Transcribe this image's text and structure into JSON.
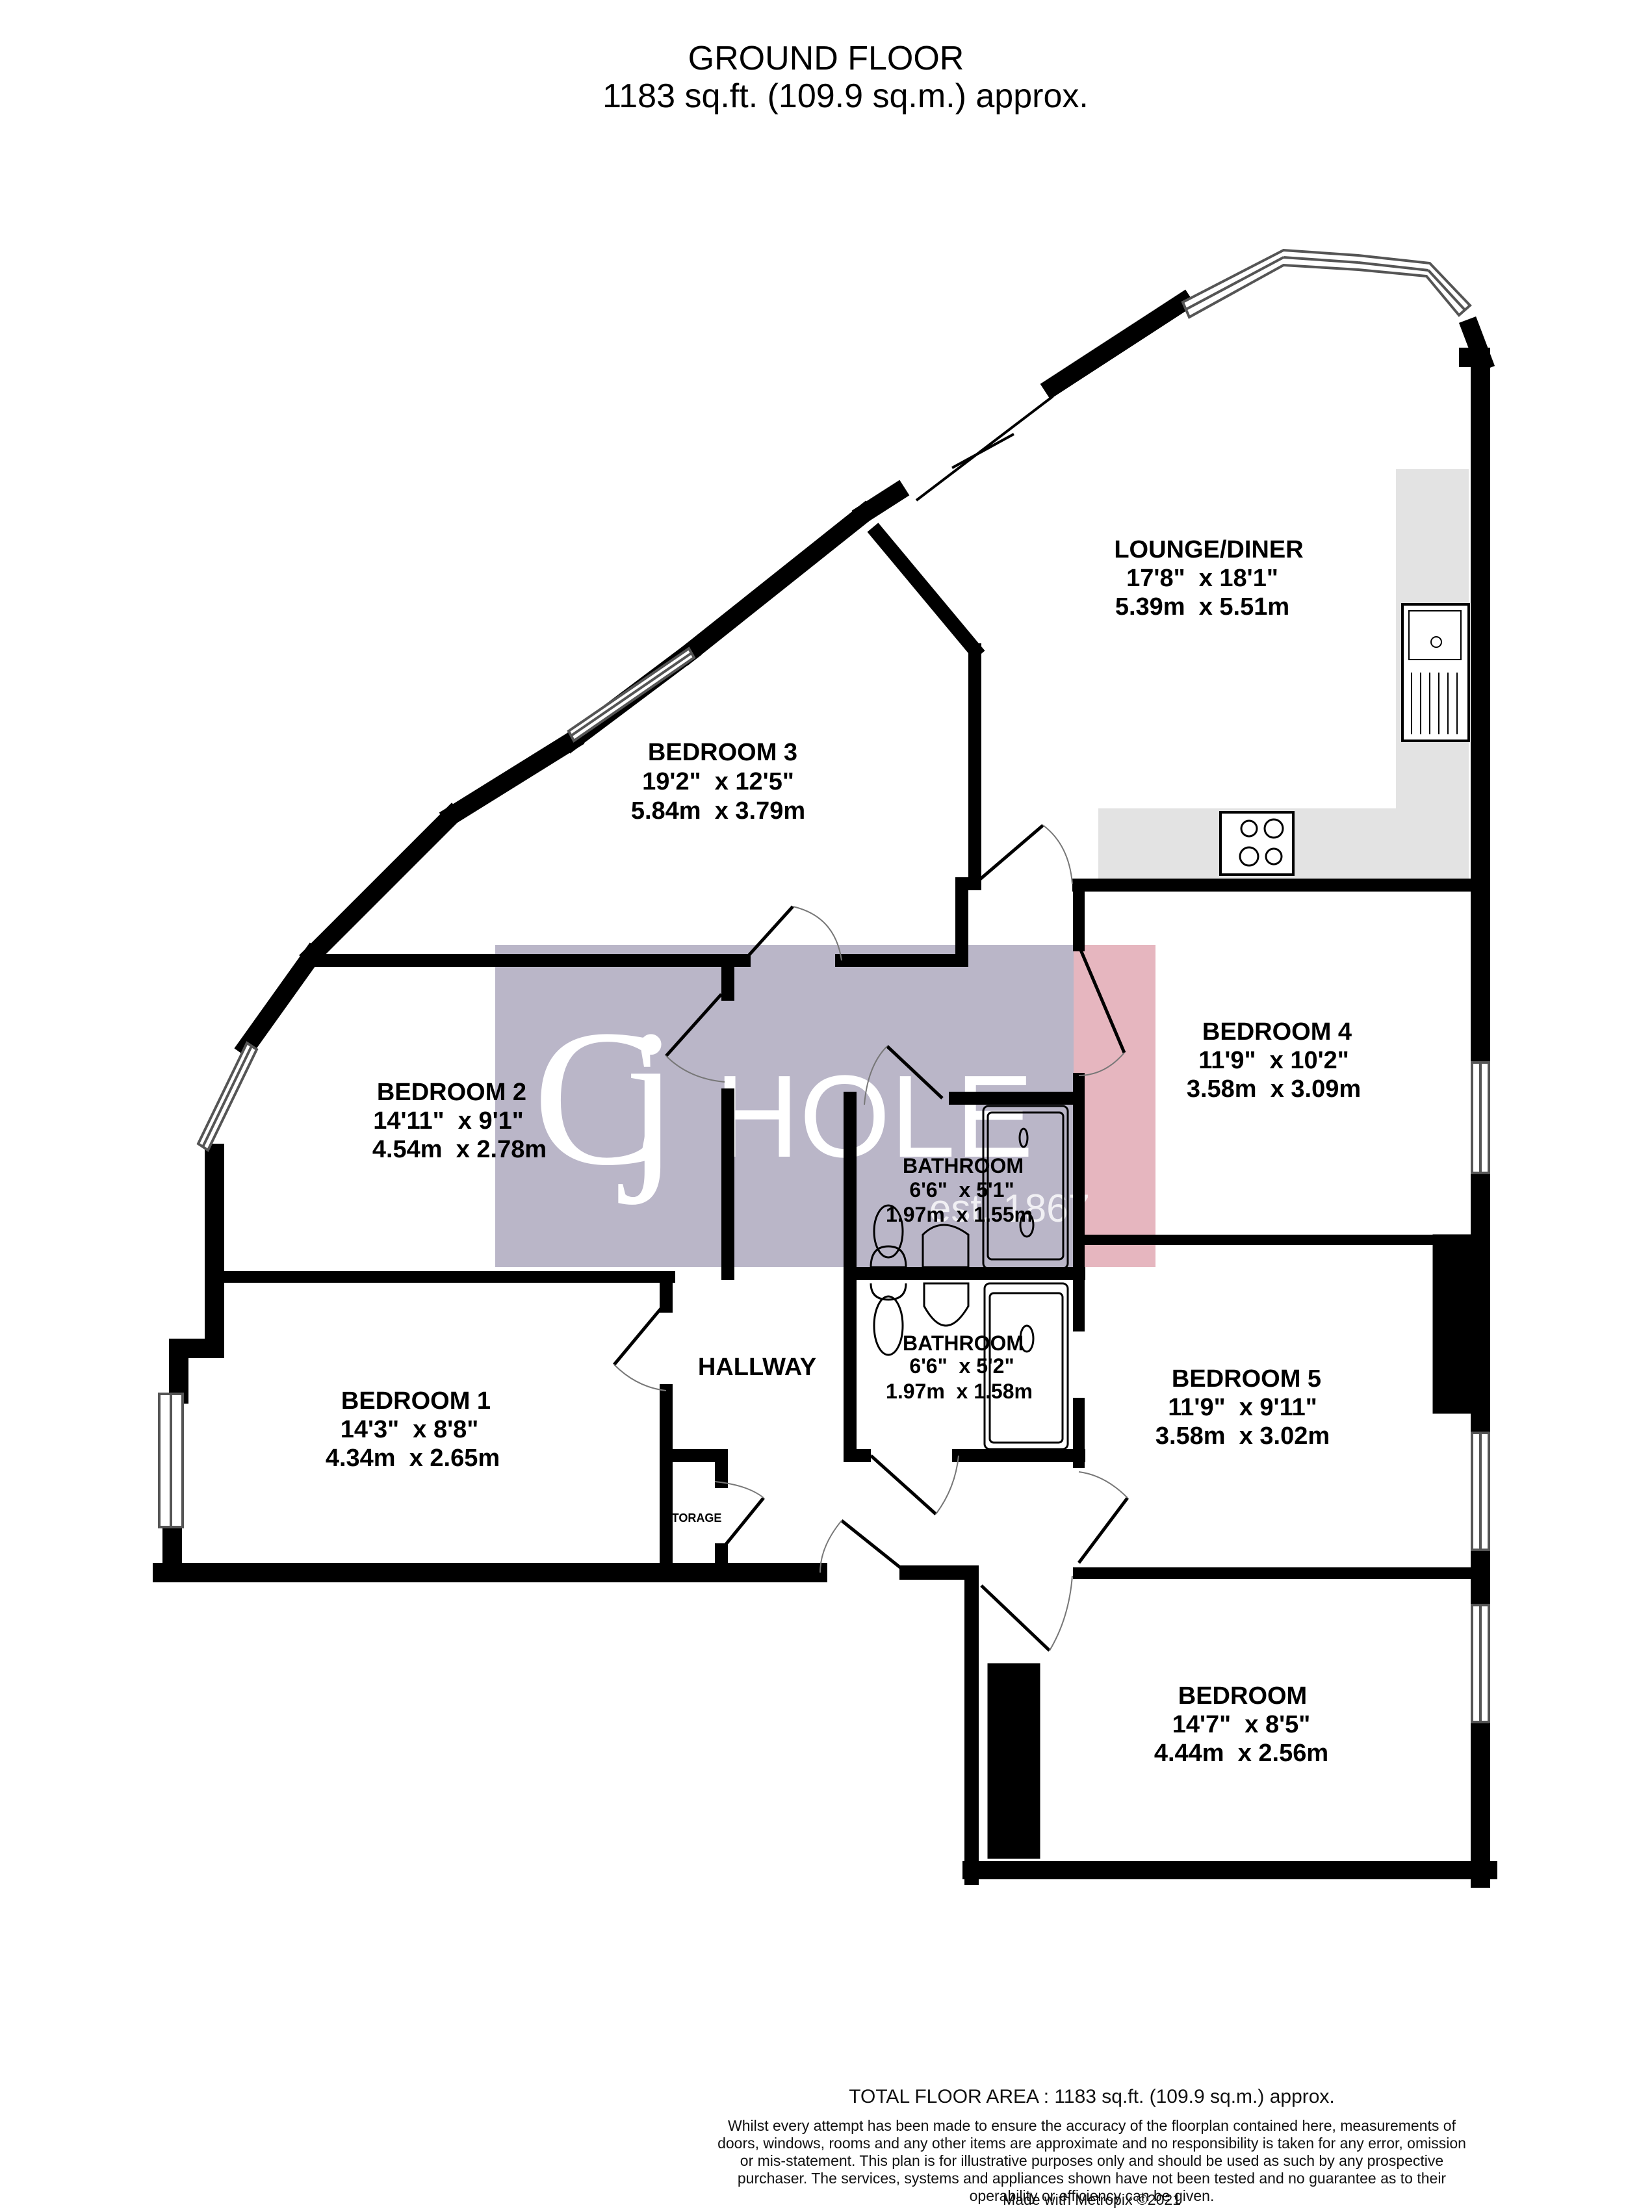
{
  "header": {
    "floor_name": "GROUND FLOOR",
    "floor_area": "1183 sq.ft. (109.9 sq.m.) approx."
  },
  "watermark": {
    "brand": "CJ HOLE",
    "brand_c": "C",
    "brand_j": "j",
    "brand_hole": "HOLE",
    "tagline": "est. 1867",
    "colors": {
      "primary_block": "#bab6c8",
      "accent_block": "#e6b6bf"
    }
  },
  "rooms": [
    {
      "id": "lounge",
      "name": "LOUNGE/DINER",
      "imperial": "17'8\"  x 18'1\"",
      "metric": "5.39m  x 5.51m"
    },
    {
      "id": "bedroom3",
      "name": "BEDROOM 3",
      "imperial": "19'2\"  x 12'5\"",
      "metric": "5.84m  x 3.79m"
    },
    {
      "id": "bedroom2",
      "name": "BEDROOM 2",
      "imperial": "14'11\"  x 9'1\"",
      "metric": "4.54m  x 2.78m"
    },
    {
      "id": "bedroom4",
      "name": "BEDROOM 4",
      "imperial": "11'9\"  x 10'2\"",
      "metric": "3.58m  x 3.09m"
    },
    {
      "id": "bathroom1",
      "name": "BATHROOM",
      "imperial": "6'6\"  x 5'1\"",
      "metric": "1.97m  x 1.55m"
    },
    {
      "id": "bathroom2",
      "name": "BATHROOM",
      "imperial": "6'6\"  x 5'2\"",
      "metric": "1.97m  x 1.58m"
    },
    {
      "id": "hallway",
      "name": "HALLWAY"
    },
    {
      "id": "bedroom1",
      "name": "BEDROOM 1",
      "imperial": "14'3\"  x 8'8\"",
      "metric": "4.34m  x 2.65m"
    },
    {
      "id": "bedroom5",
      "name": "BEDROOM 5",
      "imperial": "11'9\"  x 9'11\"",
      "metric": "3.58m  x 3.02m"
    },
    {
      "id": "storage",
      "name": "TORAGE"
    },
    {
      "id": "bedroom6",
      "name": "BEDROOM",
      "imperial": "14'7\"  x 8'5\"",
      "metric": "4.44m  x 2.56m"
    }
  ],
  "colors": {
    "wall": "#000000",
    "kitchen_counter": "#e3e3e3",
    "window_line": "#555555"
  },
  "footer": {
    "total_area": "TOTAL FLOOR AREA : 1183 sq.ft. (109.9 sq.m.) approx.",
    "disclaimer": "Whilst every attempt has been made to ensure the accuracy of the floorplan contained here, measurements of doors, windows, rooms and any other items are approximate and no responsibility is taken for any error, omission or mis-statement. This plan is for illustrative purposes only and should be used as such by any prospective purchaser. The services, systems and appliances shown have not been tested and no guarantee as to their operability or efficiency can be given.",
    "made_with": "Made with Metropix ©2021"
  }
}
